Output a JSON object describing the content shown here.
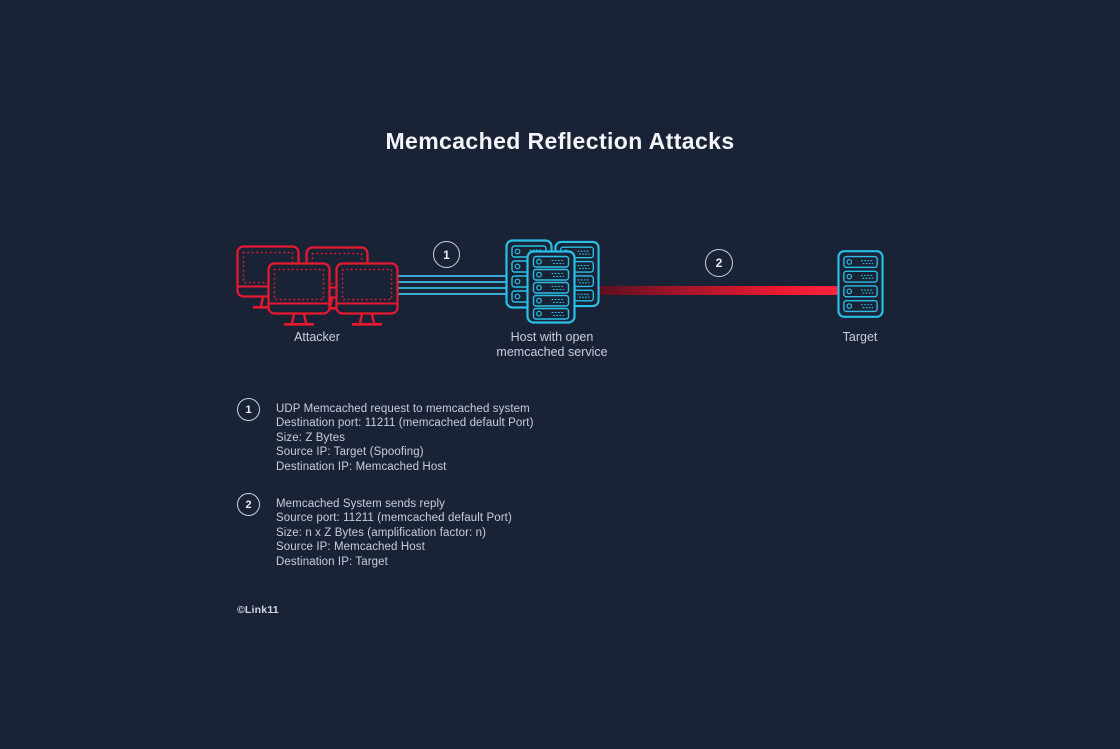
{
  "title": "Memcached Reflection Attacks",
  "colors": {
    "background": "#1a2235",
    "attacker_red": "#e8192f",
    "server_cyan": "#29c0e8",
    "request_line_cyan": "#35a9cf",
    "reply_line_red_gradient_start": "#5c0f1f",
    "reply_line_red_gradient_end": "#fb2340",
    "badge_outline": "#ccd3dd",
    "text": "#c9cfd9"
  },
  "diagram": {
    "attacker": {
      "label": "Attacker"
    },
    "host": {
      "label": "Host with open memcached service"
    },
    "target": {
      "label": "Target"
    },
    "badge1": "1",
    "badge2": "2"
  },
  "steps": [
    {
      "number": "1",
      "lines": [
        "UDP Memcached request to memcached system",
        "Destination port: 11211 (memcached default Port)",
        "Size: Z Bytes",
        "Source IP: Target (Spoofing)",
        "Destination IP: Memcached Host"
      ]
    },
    {
      "number": "2",
      "lines": [
        "Memcached System sends reply",
        "Source port: 11211 (memcached default Port)",
        "Size: n x Z Bytes (amplification factor: n)",
        "Source IP: Memcached Host",
        "Destination IP: Target"
      ]
    }
  ],
  "footer": {
    "credit": "©Link11"
  }
}
